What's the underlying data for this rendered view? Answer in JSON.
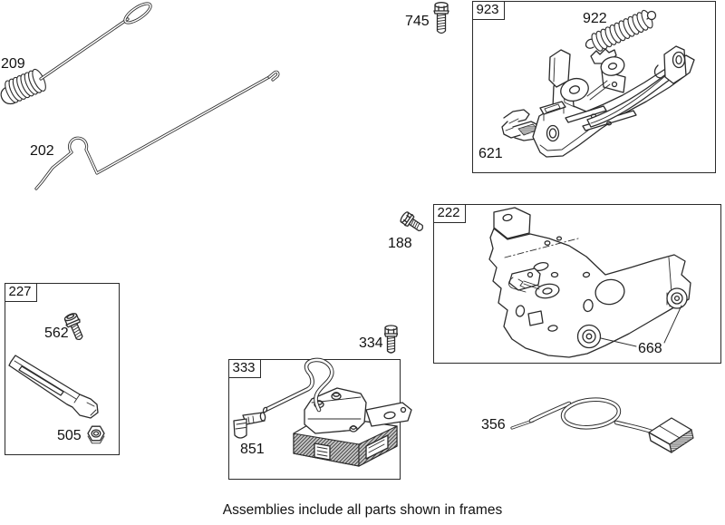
{
  "caption": "Assemblies include all parts shown in frames",
  "colors": {
    "line": "#2b2b2b",
    "background": "#ffffff",
    "text": "#111111"
  },
  "loose_parts": {
    "p209": "209",
    "p202": "202",
    "p745": "745",
    "p188": "188",
    "p334": "334",
    "p356": "356"
  },
  "frames": {
    "f923": {
      "label": "923",
      "parts": {
        "p922": "922",
        "p621": "621"
      }
    },
    "f222": {
      "label": "222",
      "parts": {
        "p668": "668"
      }
    },
    "f227": {
      "label": "227",
      "parts": {
        "p562": "562",
        "p505": "505"
      }
    },
    "f333": {
      "label": "333",
      "parts": {
        "p851": "851"
      }
    }
  }
}
